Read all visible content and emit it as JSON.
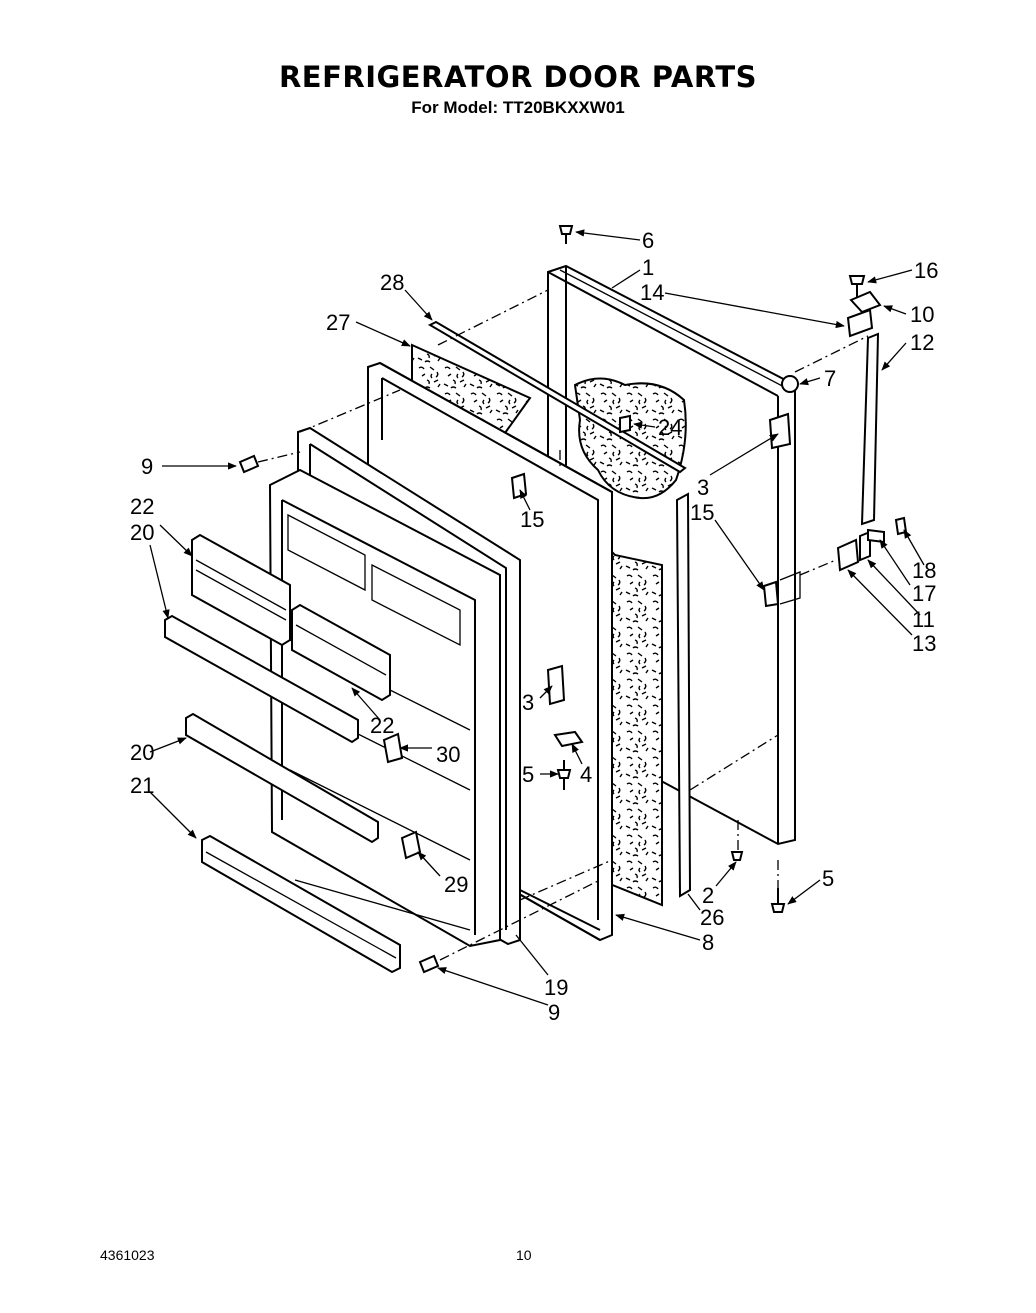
{
  "header": {
    "title": "REFRIGERATOR DOOR PARTS",
    "subtitle": "For Model: TT20BKXXW01"
  },
  "footer": {
    "doc_number": "4361023",
    "page_number": "10"
  },
  "callouts": {
    "c1": "1",
    "c2": "2",
    "c3a": "3",
    "c3b": "3",
    "c4": "4",
    "c5a": "5",
    "c5b": "5",
    "c6": "6",
    "c7": "7",
    "c8": "8",
    "c9a": "9",
    "c9b": "9",
    "c10": "10",
    "c11": "11",
    "c12": "12",
    "c13": "13",
    "c14": "14",
    "c15a": "15",
    "c15b": "15",
    "c16": "16",
    "c17": "17",
    "c18": "18",
    "c19": "19",
    "c20a": "20",
    "c20b": "20",
    "c21": "21",
    "c22a": "22",
    "c22b": "22",
    "c24": "24",
    "c26": "26",
    "c27": "27",
    "c28": "28",
    "c29": "29",
    "c30": "30"
  }
}
